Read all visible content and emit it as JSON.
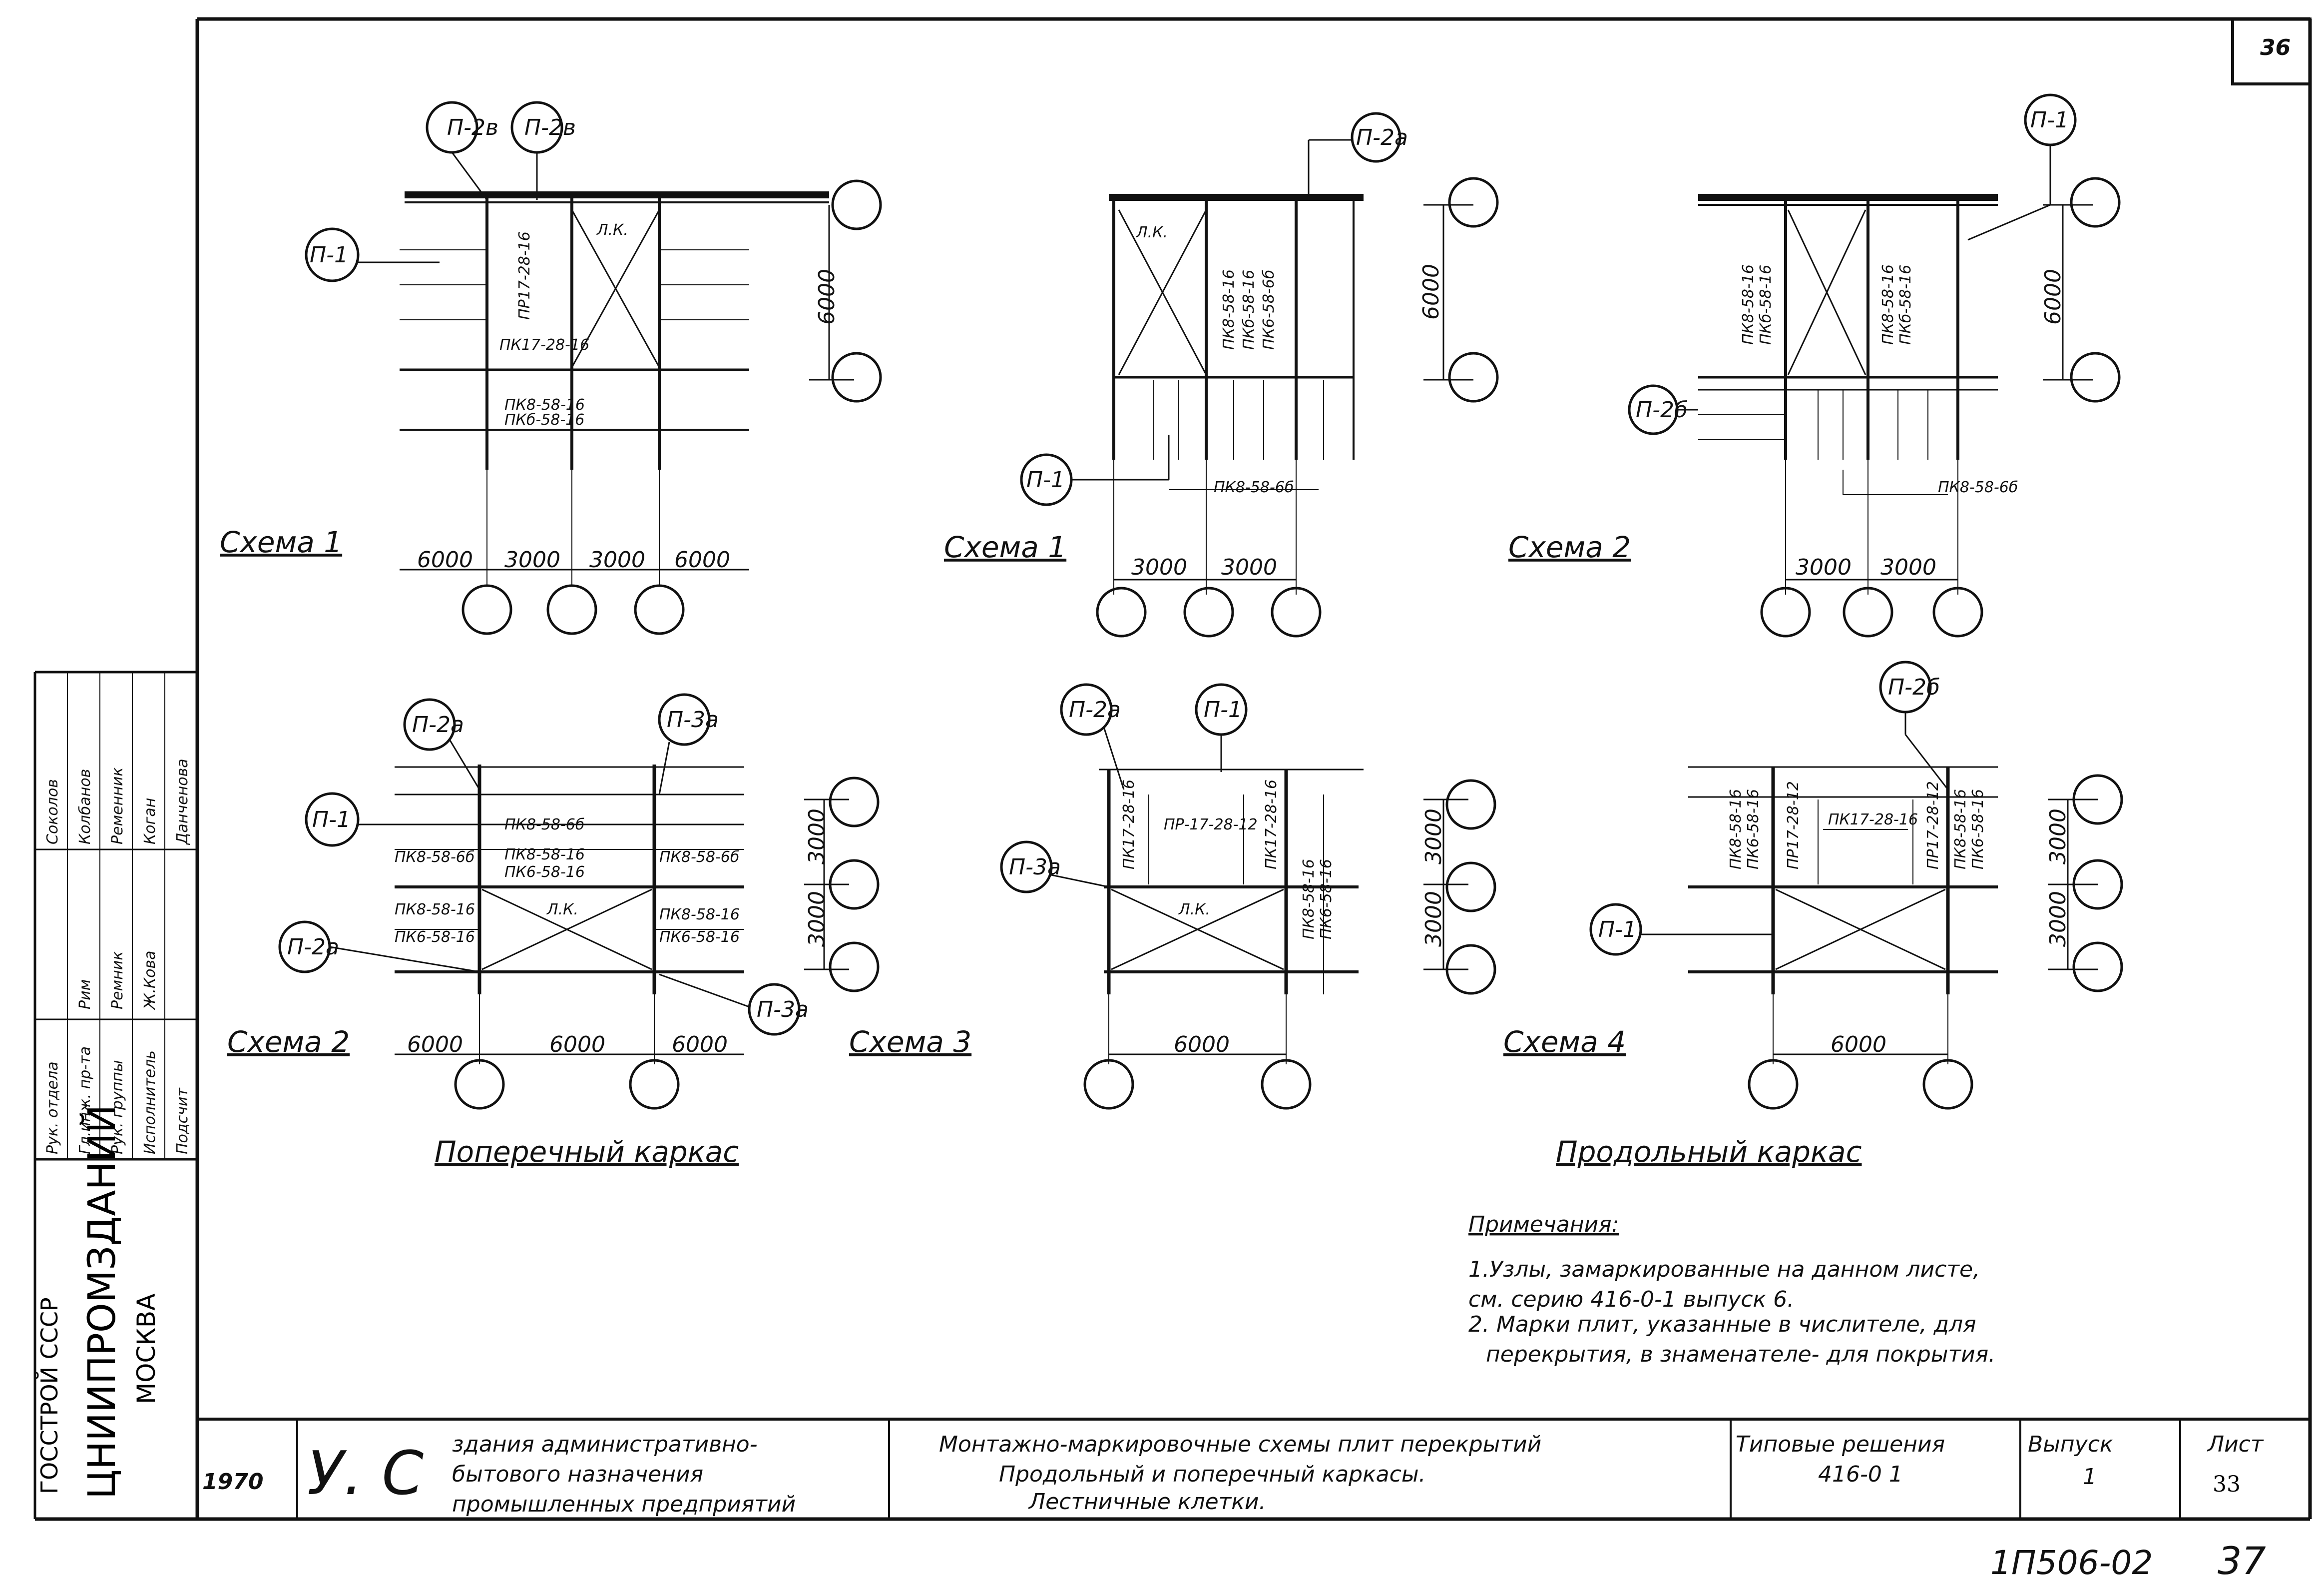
{
  "sheet": {
    "page_number_top": "36",
    "footer_code": "1П506-02",
    "footer_page": "37"
  },
  "title_block": {
    "year": "1970",
    "stamp": "У. С",
    "building_line1": "здания административно-",
    "building_line2": "бытового назначения",
    "building_line3": "промышленных предприятий",
    "title_line1": "Монтажно-маркировочные схемы плит перекрытий",
    "title_line2": "Продольный и поперечный каркасы.",
    "title_line3": "Лестничные клетки.",
    "series_label": "Типовые решения",
    "series_value": "416-0 1",
    "issue_label": "Выпуск",
    "issue_value": "1",
    "sheet_label": "Лист",
    "sheet_value": "33"
  },
  "stamp_side": {
    "org1": "ГОССТРОЙ СССР",
    "org2": "ЦНИИПРОМЗДАНИЙ",
    "org3": "МОСКВА",
    "roles": [
      "Рук. отдела",
      "Гл.инж. пр-та",
      "Рук. группы",
      "Исполнитель",
      "Подсчит"
    ],
    "names": [
      "Соколов",
      "Колбанов",
      "Ременник",
      "Коган",
      "Данченова"
    ],
    "signatures": [
      "Рим",
      "Ремник",
      "Ж.Кова"
    ]
  },
  "schemes": {
    "s1_left": {
      "caption": "Схема 1",
      "callouts": [
        "П-2в",
        "П-2в",
        "П-1"
      ],
      "slabs": [
        "ПК8-58-16",
        "ПКб-58-16",
        "ПК17-28-16",
        "ПР17-28-16",
        "Л.К."
      ],
      "dims": [
        "6000",
        "3000",
        "3000",
        "6000"
      ],
      "vdim": "6000"
    },
    "s1_mid": {
      "caption": "Схема 1",
      "callouts": [
        "П-2а",
        "П-1"
      ],
      "slabs": [
        "ПК8-58-16",
        "ПКб-58-16",
        "ПК6-58-6б",
        "ПК8-58-6б",
        "Л.К."
      ],
      "dims": [
        "3000",
        "3000"
      ],
      "vdim": "6000"
    },
    "s2_right": {
      "caption": "Схема 2",
      "callouts": [
        "П-1",
        "П-2б"
      ],
      "slabs": [
        "ПК8-58-16",
        "ПКб-58-16",
        "ПК8-58-16",
        "ПКб-58-16",
        "ПК8-58-6б"
      ],
      "dims": [
        "3000",
        "3000"
      ],
      "vdim": "6000"
    },
    "s2_left": {
      "caption": "Схема 2",
      "callouts": [
        "П-2а",
        "П-3а",
        "П-1",
        "П-2а",
        "П-3а"
      ],
      "slabs": [
        "ПК8-58-6б",
        "ПК8-58-16",
        "ПК6-58-16",
        "ПК8-58-6б",
        "ПК8-58-6б",
        "ПК8-58-16",
        "ПК6-58-16",
        "ПК8-58-16",
        "ПК6-58-16",
        "Л.К."
      ],
      "dims": [
        "6000",
        "6000",
        "6000"
      ],
      "vdims": [
        "3000",
        "3000"
      ]
    },
    "s3_mid": {
      "caption": "Схема 3",
      "callouts": [
        "П-2а",
        "П-1",
        "П-3а"
      ],
      "slabs": [
        "ПК17-28-16",
        "ПР-17-28-12",
        "ПК17-28-16",
        "ПК8-58-16",
        "ПК6-58-16",
        "Л.К."
      ],
      "dims": [
        "6000"
      ],
      "vdims": [
        "3000",
        "3000"
      ]
    },
    "s4_right": {
      "caption": "Схема 4",
      "callouts": [
        "П-2б",
        "П-1"
      ],
      "slabs": [
        "ПК8-58-16",
        "ПК6-58-16",
        "ПР17-28-12",
        "ПК17-28-16",
        "ПР17-28-12",
        "ПК8-58-16",
        "ПК6-58-16"
      ],
      "dims": [
        "6000"
      ],
      "vdims": [
        "3000",
        "3000"
      ]
    }
  },
  "headings": {
    "cross": "Поперечный каркас",
    "longitudinal": "Продольный каркас"
  },
  "notes": {
    "title": "Примечания:",
    "line1": "1.Узлы, замаркированные на данном листе,",
    "line2": "см. серию 416-0-1 выпуск 6.",
    "line3": "2. Марки плит, указанные в числителе, для",
    "line4": "перекрытия, в знаменателе- для покрытия."
  }
}
